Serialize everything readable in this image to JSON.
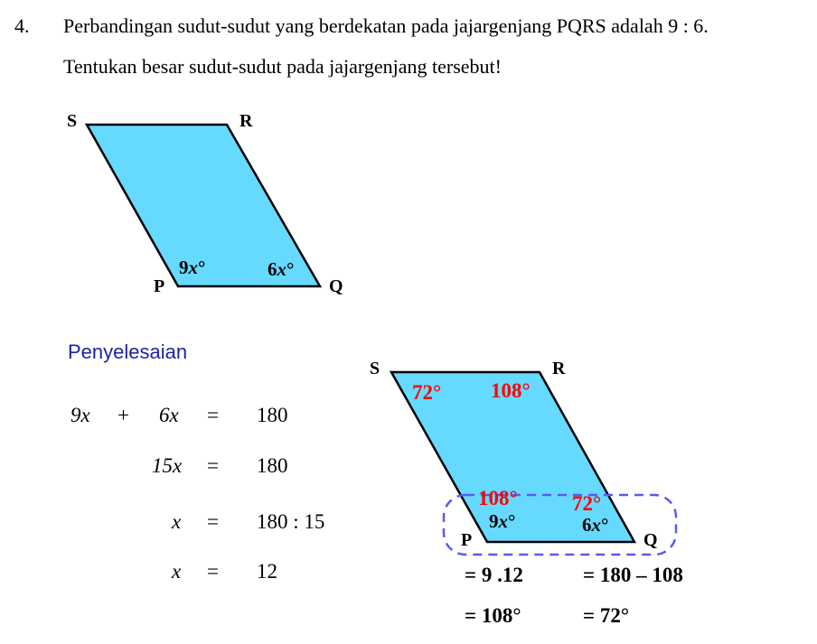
{
  "question": {
    "number": "4.",
    "line1": "Perbandingan sudut-sudut yang berdekatan pada jajargenjang PQRS adalah 9 : 6.",
    "line2": "Tentukan besar sudut-sudut pada jajargenjang tersebut!"
  },
  "figure1": {
    "vertices": {
      "S": "S",
      "R": "R",
      "P": "P",
      "Q": "Q"
    },
    "angle_p": [
      "9",
      "x",
      "°"
    ],
    "angle_q": [
      "6",
      "x",
      "°"
    ],
    "fill": "#66d9ff"
  },
  "solution": {
    "heading": "Penyelesaian",
    "rows": [
      {
        "a": "9x",
        "op": "+",
        "b": "6x",
        "eq": "=",
        "rhs": "180"
      },
      {
        "b": "15x",
        "eq": "=",
        "rhs": "180"
      },
      {
        "b": "x",
        "eq": "=",
        "rhs": "180 : 15"
      },
      {
        "b": "x",
        "eq": "=",
        "rhs": "12"
      }
    ]
  },
  "figure2": {
    "vertices": {
      "S": "S",
      "R": "R",
      "P": "P",
      "Q": "Q"
    },
    "angle_s": "72°",
    "angle_r": "108°",
    "angle_p_value": "108°",
    "angle_q_value": "72°",
    "angle_p": [
      "9",
      "x",
      "°"
    ],
    "angle_q": [
      "6",
      "x",
      "°"
    ],
    "calc_p": [
      "= 9 .12",
      "= 108°"
    ],
    "calc_q": [
      "= 180 – 108",
      "= 72°"
    ],
    "highlight_color": "#5a5af0",
    "value_color": "#ff0000"
  }
}
